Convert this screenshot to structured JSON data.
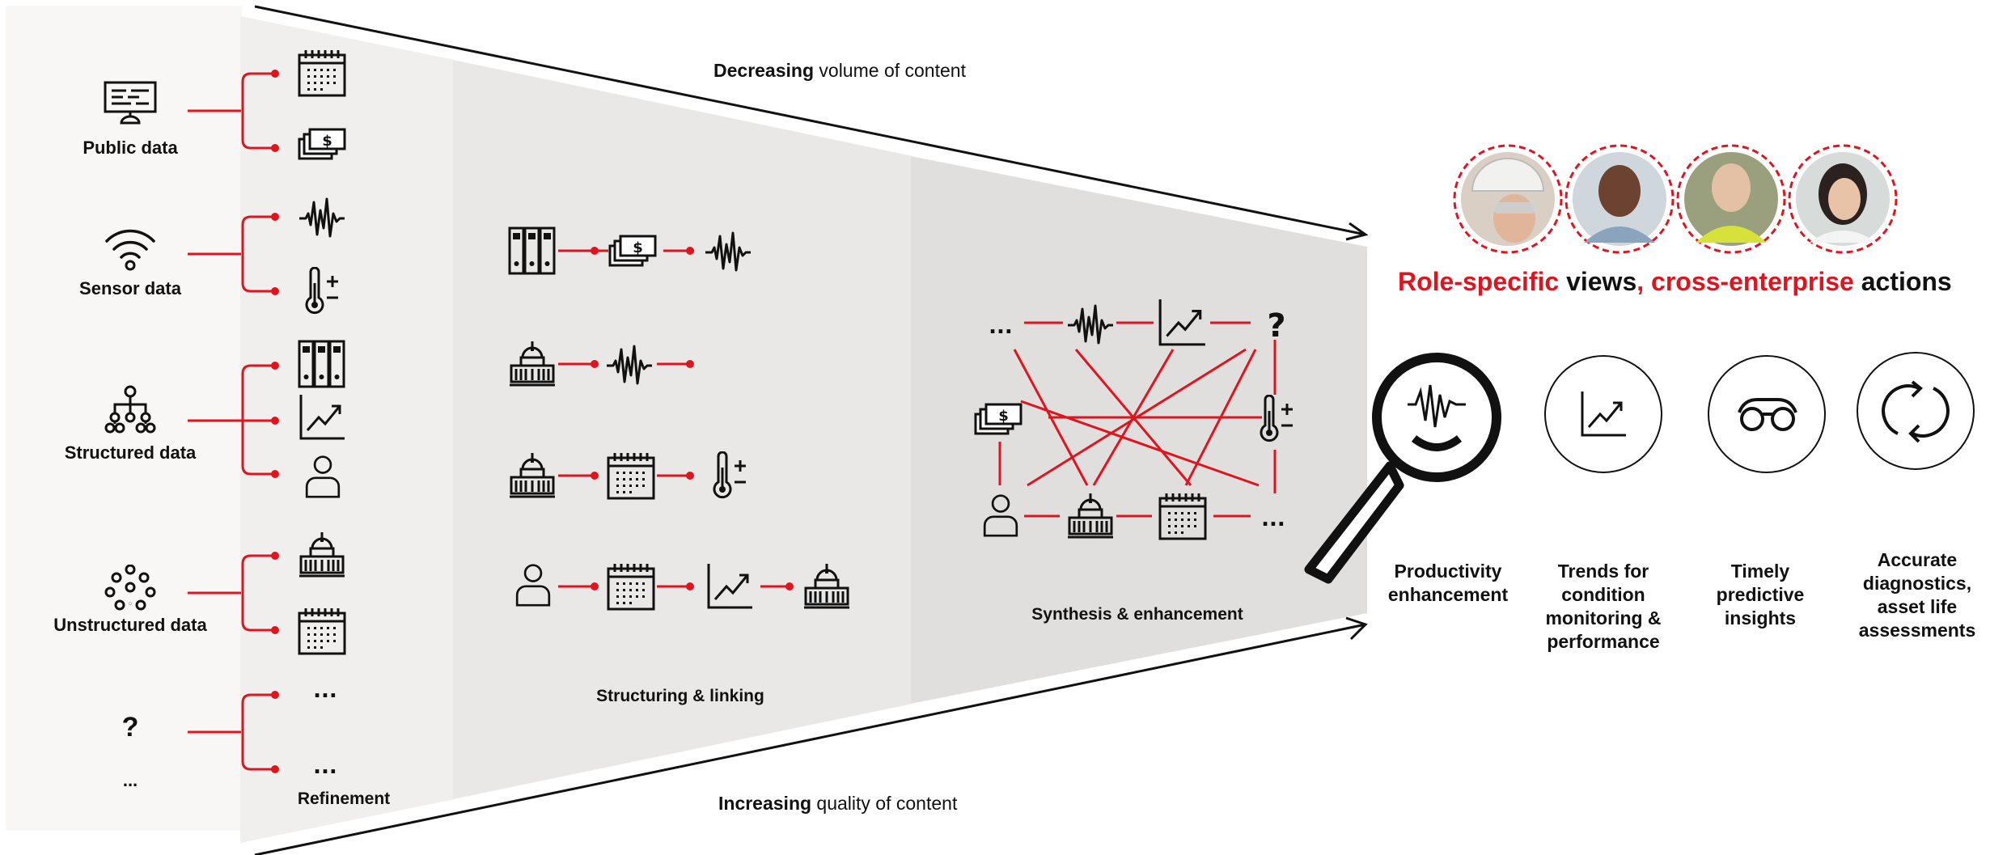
{
  "axes": {
    "top_bold": "Decreasing",
    "top_rest": " volume of content",
    "bottom_bold": "Increasing",
    "bottom_rest": " quality of content"
  },
  "sources": [
    {
      "label": "Public data",
      "icon": "monitor-icon"
    },
    {
      "label": "Sensor data",
      "icon": "wifi-icon"
    },
    {
      "label": "Structured data",
      "icon": "hierarchy-icon"
    },
    {
      "label": "Unstructured data",
      "icon": "scatter-dots-icon"
    },
    {
      "label": "?",
      "sublabel": "..."
    }
  ],
  "stages": {
    "refinement": "Refinement",
    "structuring": "Structuring & linking",
    "synthesis": "Synthesis & enhancement"
  },
  "ellipsis": "...",
  "question": "?",
  "headline": {
    "part1": "Role-specific",
    "part2": " views",
    "part3": ", cross-enterprise",
    "part4": " actions"
  },
  "outcomes": [
    {
      "label": "Productivity enhancement",
      "icon": "magnifier-pulse-icon"
    },
    {
      "label": "Trends for condition monitoring & performance",
      "icon": "trend-chart-icon"
    },
    {
      "label": "Timely predictive insights",
      "icon": "binoculars-icon"
    },
    {
      "label": "Accurate diagnostics, asset life assessments",
      "icon": "refresh-cycle-icon"
    }
  ],
  "colors": {
    "accent": "#e0141e",
    "panel1": "#f8f7f6",
    "panel2": "#f0efee",
    "panel3": "#e9e8e7",
    "panel4": "#e0dfde"
  }
}
